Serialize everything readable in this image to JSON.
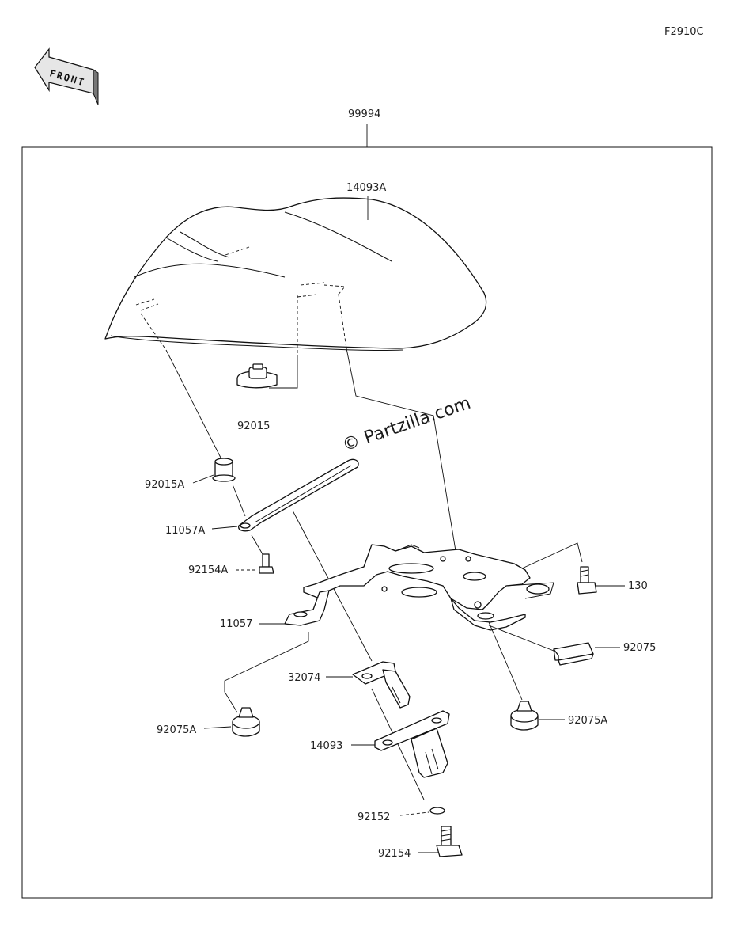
{
  "figure_code": "F2910C",
  "front_label": "FRONT",
  "assembly_number": "99994",
  "watermark": "© Partzilla.com",
  "parts": {
    "seat_cover": "14093A",
    "grommet": "92015",
    "collar": "92015A",
    "stay_a": "11057A",
    "bolt_a": "92154A",
    "bracket": "11057",
    "damper_left": "92075A",
    "spacer_clip": "32074",
    "plate": "14093",
    "washer": "92152",
    "bolt": "92154",
    "bolt_right": "130",
    "pad": "92075",
    "damper_right": "92075A"
  }
}
